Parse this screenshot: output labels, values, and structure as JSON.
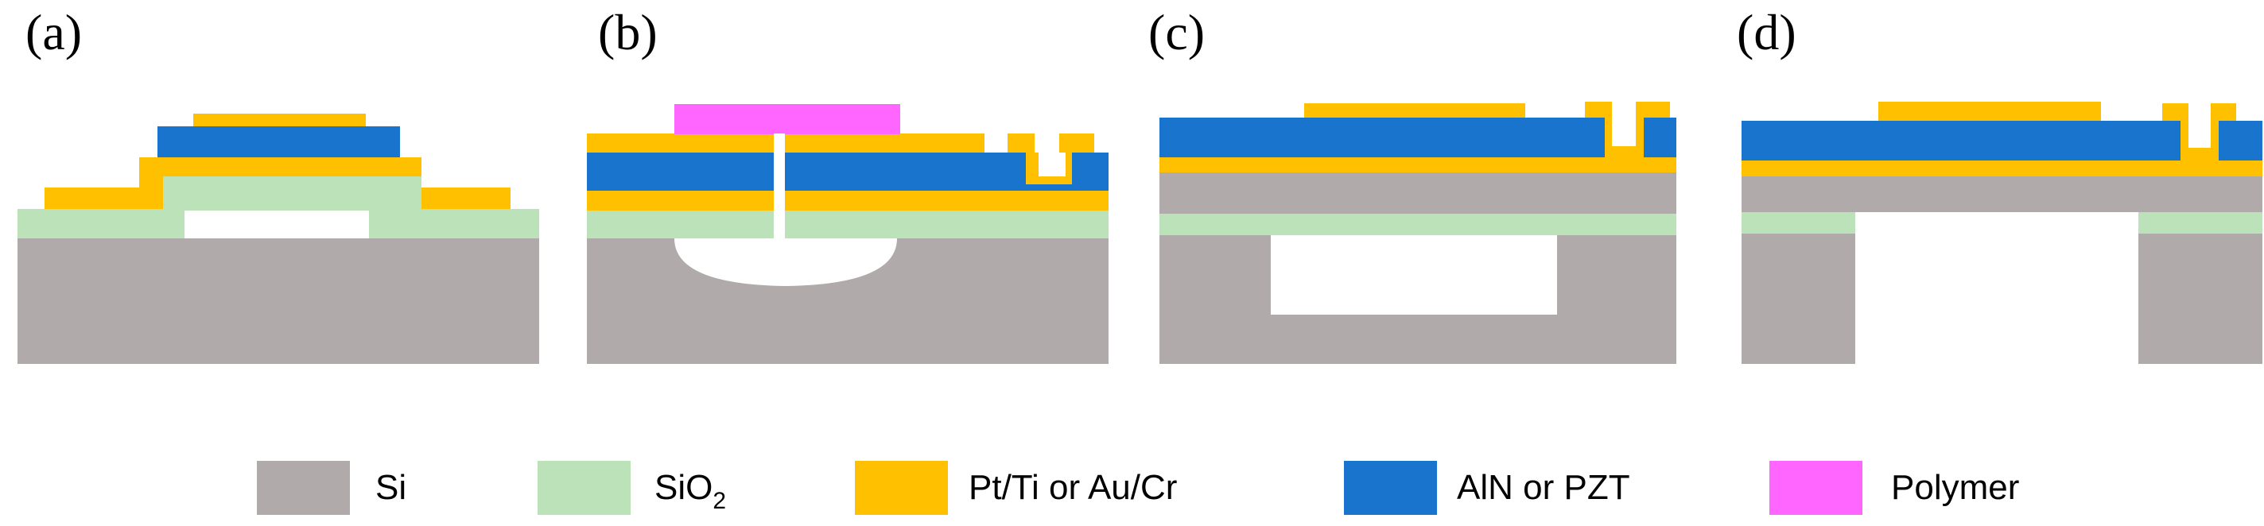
{
  "panels": [
    {
      "label": "(a)"
    },
    {
      "label": "(b)"
    },
    {
      "label": "(c)"
    },
    {
      "label": "(d)"
    }
  ],
  "legend": [
    {
      "label": "Si",
      "color": "#B0ABAA"
    },
    {
      "label": "SiO",
      "sub": "2",
      "color": "#BCE2BA"
    },
    {
      "label": "Pt/Ti or Au/Cr",
      "color": "#FFC000"
    },
    {
      "label": "AlN or PZT",
      "color": "#1874CC"
    },
    {
      "label": "Polymer",
      "color": "#FF66FF"
    }
  ]
}
